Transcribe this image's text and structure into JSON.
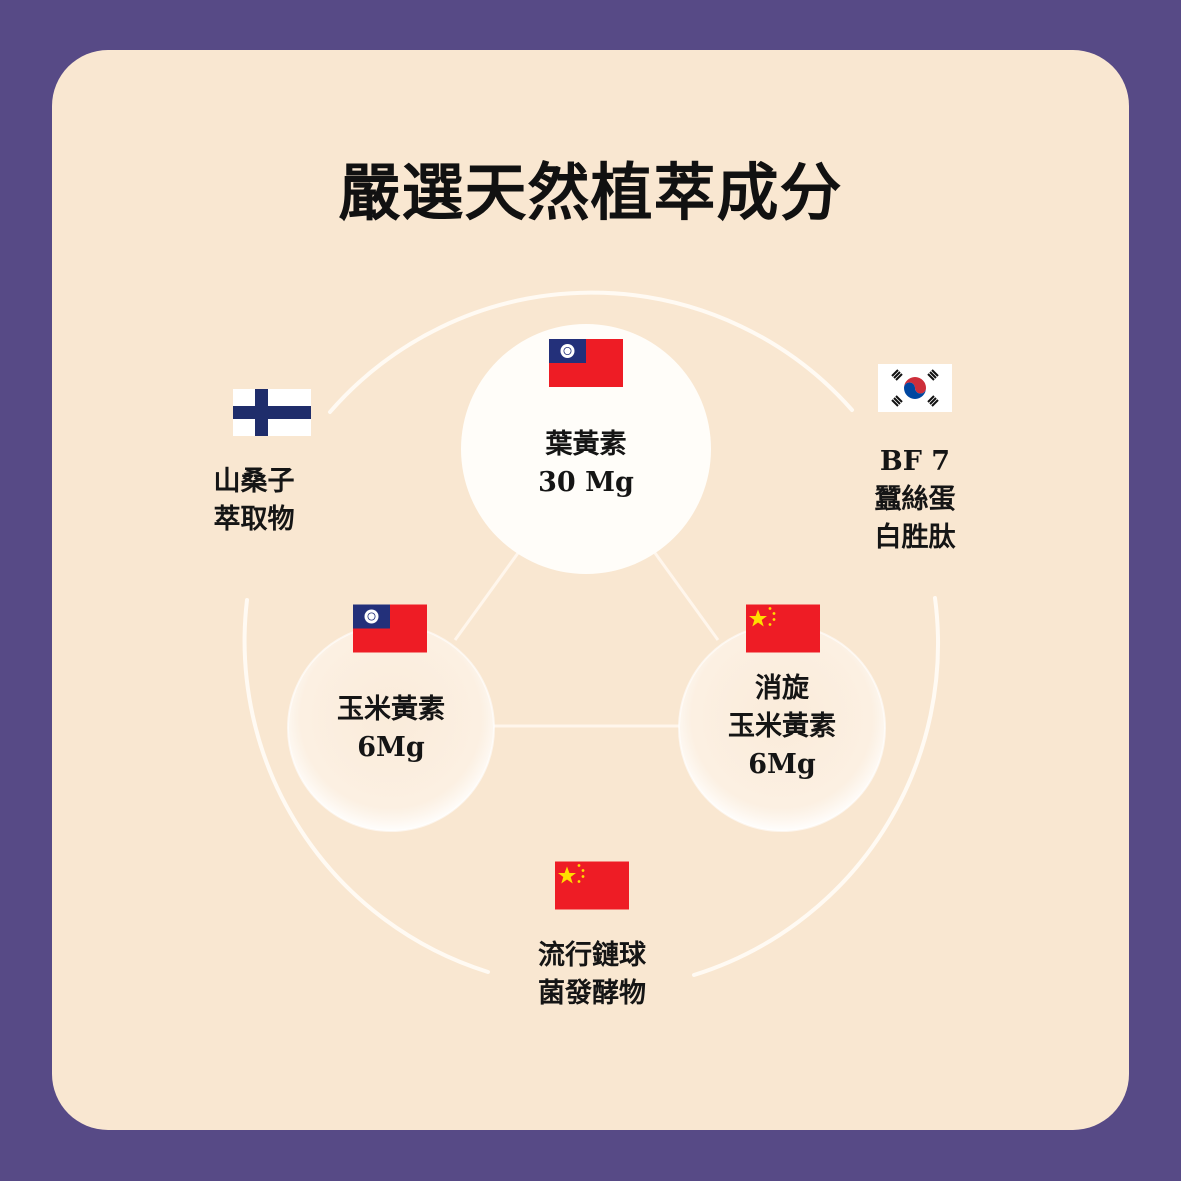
{
  "title": "嚴選天然植萃成分",
  "colors": {
    "background": "#574a86",
    "card": "#f9e7d1",
    "flag_red": "#ee1c25",
    "flag_blue": "#1f2d6b"
  },
  "ingredients": [
    {
      "flag": "taiwan-flag",
      "name": "葉黃素",
      "amount": "30 Mg"
    },
    {
      "flag": "taiwan-flag",
      "name": "玉米黃素",
      "amount": "6Mg"
    },
    {
      "flag": "china-flag",
      "name_line1": "消旋",
      "name_line2": "玉米黃素",
      "amount": "6Mg"
    },
    {
      "flag": "finland-flag",
      "line1": "山桑子",
      "line2": "萃取物"
    },
    {
      "flag": "korea-flag",
      "line1": "BF 7",
      "line2": "蠶絲蛋",
      "line3": "白胜肽"
    },
    {
      "flag": "china-flag",
      "line1": "流行鏈球",
      "line2": "菌發酵物"
    }
  ]
}
